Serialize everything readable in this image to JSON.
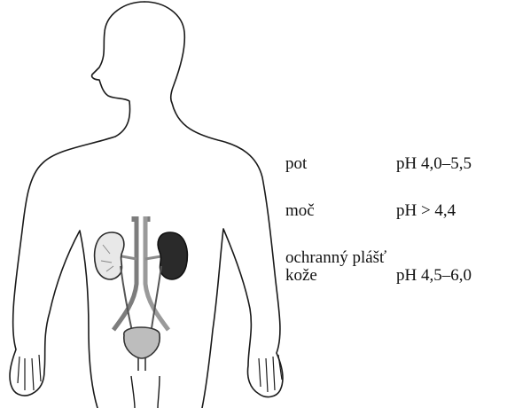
{
  "rows": [
    {
      "substance": "pot",
      "ph": "pH 4,0–5,5"
    },
    {
      "substance": "moč",
      "ph": "pH > 4,4"
    },
    {
      "substance_line1": "ochranný plášť",
      "substance_line2": "kože",
      "ph": "pH 4,5–6,0"
    }
  ],
  "colors": {
    "outline": "#1a1a1a",
    "vessel": "#7d7d7d",
    "kidney_left": "#e8e8e8",
    "kidney_right": "#2a2a2a",
    "bladder": "#bdbdbd"
  },
  "icons": [
    "human-body-outline",
    "kidney-icon",
    "bladder-icon",
    "blood-vessel-icon"
  ]
}
